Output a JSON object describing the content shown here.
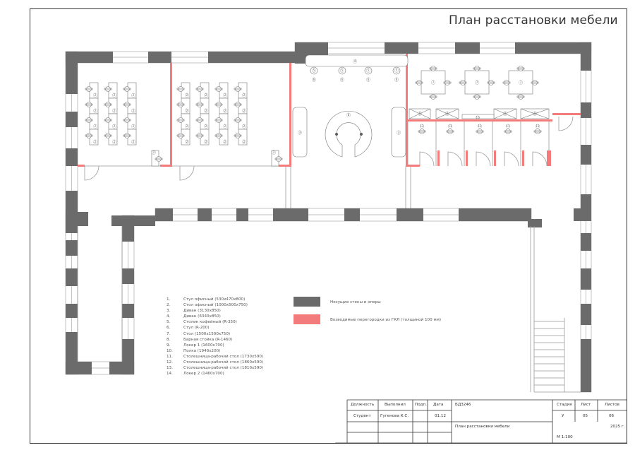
{
  "title": "План расстановки мебели",
  "colors": {
    "wall": "#6b6b6b",
    "partition": "#f47b7b",
    "line": "#999999"
  },
  "legend": [
    {
      "n": "1.",
      "text": "Стул офисный (530х470х800)"
    },
    {
      "n": "2.",
      "text": "Стол офисный (1000х500х750)"
    },
    {
      "n": "3.",
      "text": "Диван (3130х850)"
    },
    {
      "n": "4.",
      "text": "Диван (6340х850)"
    },
    {
      "n": "5.",
      "text": "Столик кофейный (R-350)"
    },
    {
      "n": "6.",
      "text": "Стул (R-200)"
    },
    {
      "n": "7.",
      "text": "Стол (1500х1500х750)"
    },
    {
      "n": "8.",
      "text": "Барная стойка (R-1460)"
    },
    {
      "n": "9.",
      "text": "Локер 1 (1600х700)"
    },
    {
      "n": "10.",
      "text": "Полка (1940х200)"
    },
    {
      "n": "11.",
      "text": "Столешница-рабочий стол (1730х590)"
    },
    {
      "n": "12.",
      "text": "Столешница-рабочий стол (1860х590)"
    },
    {
      "n": "13.",
      "text": "Столешница-рабочий стол (1810х590)"
    },
    {
      "n": "14.",
      "text": "Локер 2 (1460х700)"
    }
  ],
  "keys": {
    "walls": "Несущие стены и опоры",
    "partitions": "Возводимые перегородки из ГКЛ (толщиной 100 мм)"
  },
  "plan_labels": {
    "office_chair": "1",
    "office_desk": "2",
    "sofa_small": "3",
    "sofa_long": "4",
    "coffee_table": "5",
    "stool": "6",
    "table": "7",
    "bar": "8",
    "locker1": "9",
    "shelf": "10",
    "worktop11": "11",
    "worktop12": "12",
    "locker2": "14"
  },
  "title_block": {
    "headers": [
      "Должность",
      "Выполнил",
      "Подп.",
      "Дата"
    ],
    "row": [
      "Студент",
      "Гугенова К.С.",
      "",
      "01.12"
    ],
    "code": "БД3246",
    "stage_headers": [
      "Стадия",
      "Лист",
      "Листов"
    ],
    "stage_values": [
      "У",
      "05",
      "06"
    ],
    "sheet_name": "План расстановки мебели",
    "year": "2025 г.",
    "scale": "М 1:100"
  }
}
